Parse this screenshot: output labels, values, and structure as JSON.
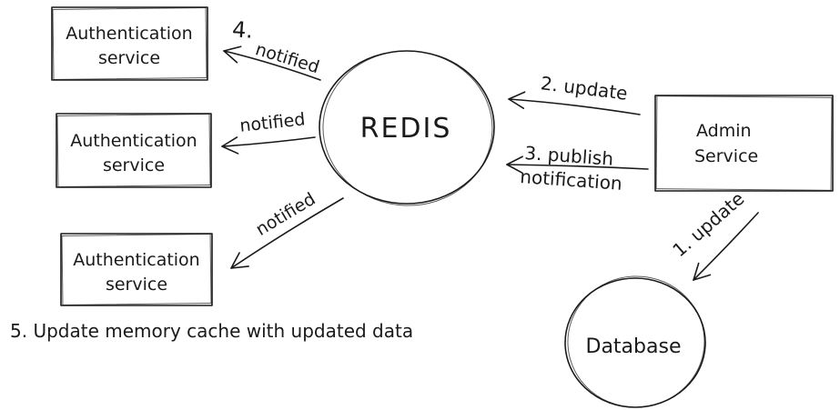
{
  "colors": {
    "stroke": "#1a1a1a",
    "background": "#ffffff"
  },
  "nodes": {
    "auth1": {
      "line1": "Authentication",
      "line2": "service"
    },
    "auth2": {
      "line1": "Authentication",
      "line2": "service"
    },
    "auth3": {
      "line1": "Authentication",
      "line2": "service"
    },
    "redis": {
      "label": "REDIS"
    },
    "admin": {
      "line1": "Admin",
      "line2": "Service"
    },
    "database": {
      "label": "Database"
    }
  },
  "edges": {
    "step4_number": "4.",
    "notified_top": "notified",
    "notified_middle": "notified",
    "notified_bottom": "notified",
    "update2": "2. update",
    "publish3_line1": "3. publish",
    "publish3_line2": "notification",
    "update1": "1. update"
  },
  "annotations": {
    "step5": "5. Update memory cache with updated data"
  }
}
